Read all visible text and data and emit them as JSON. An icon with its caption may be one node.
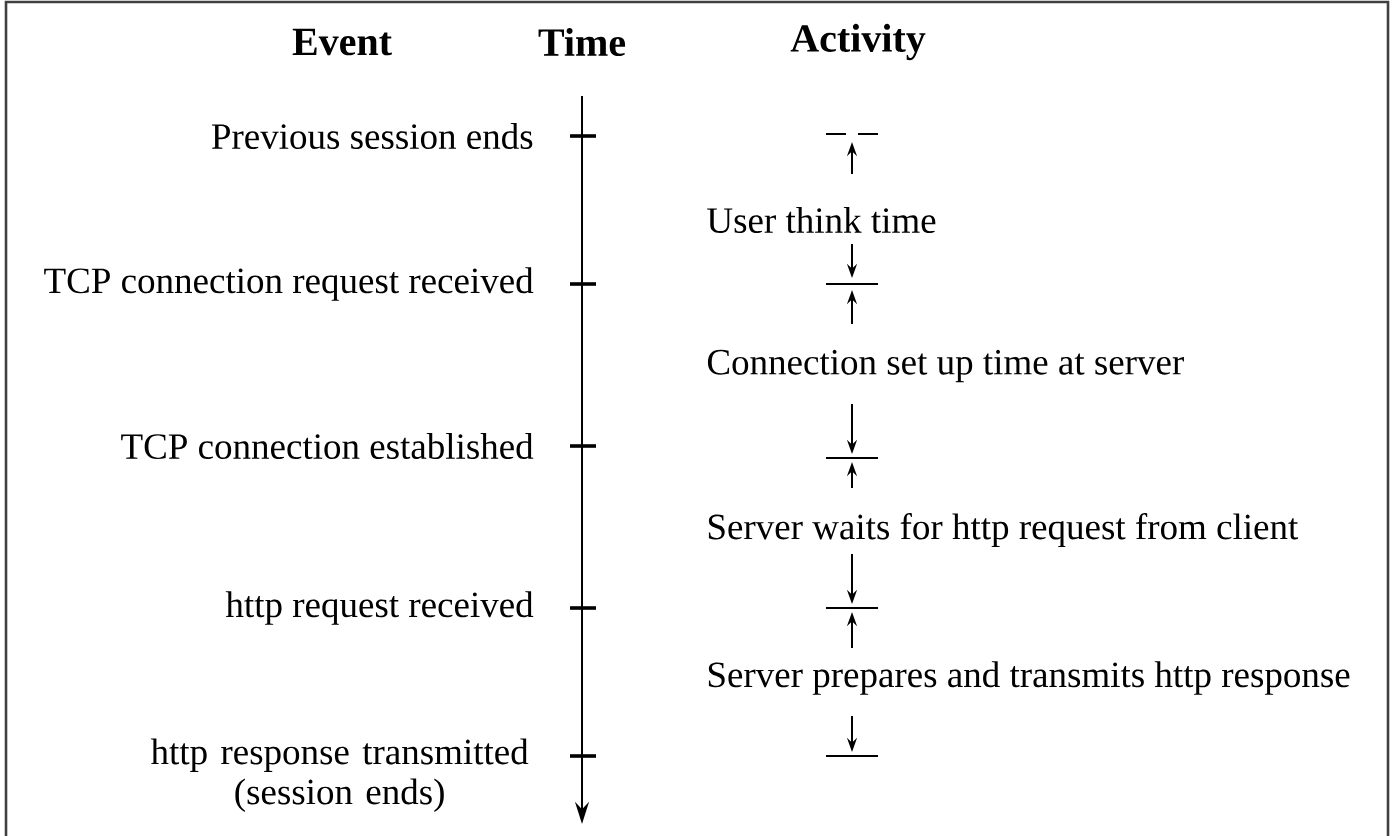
{
  "diagram": {
    "labels": [
      "Event",
      "Time",
      "Activity",
      "Previous session ends",
      "User think time",
      "TCP connection request received",
      "Connection set up time at server",
      "TCP connection established",
      "Server waits for http request from client",
      "http request received",
      "Server prepares and transmits http response",
      "http response transmitted (session ends)"
    ]
  }
}
